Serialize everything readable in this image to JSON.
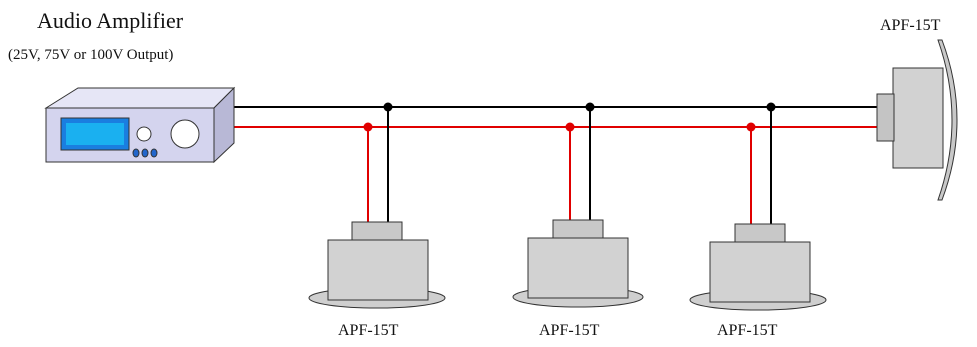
{
  "amplifier": {
    "title": "Audio Amplifier",
    "subtitle": "(25V, 75V or 100V Output)"
  },
  "speakers": [
    {
      "label": "APF-15T"
    },
    {
      "label": "APF-15T"
    },
    {
      "label": "APF-15T"
    },
    {
      "label": "APF-15T"
    }
  ],
  "colors": {
    "black_wire": "#000000",
    "red_wire": "#e00000",
    "speaker_body": "#d0d0d0",
    "amp_body": "#d4d4ee",
    "amp_display": "#1aa0e0"
  }
}
